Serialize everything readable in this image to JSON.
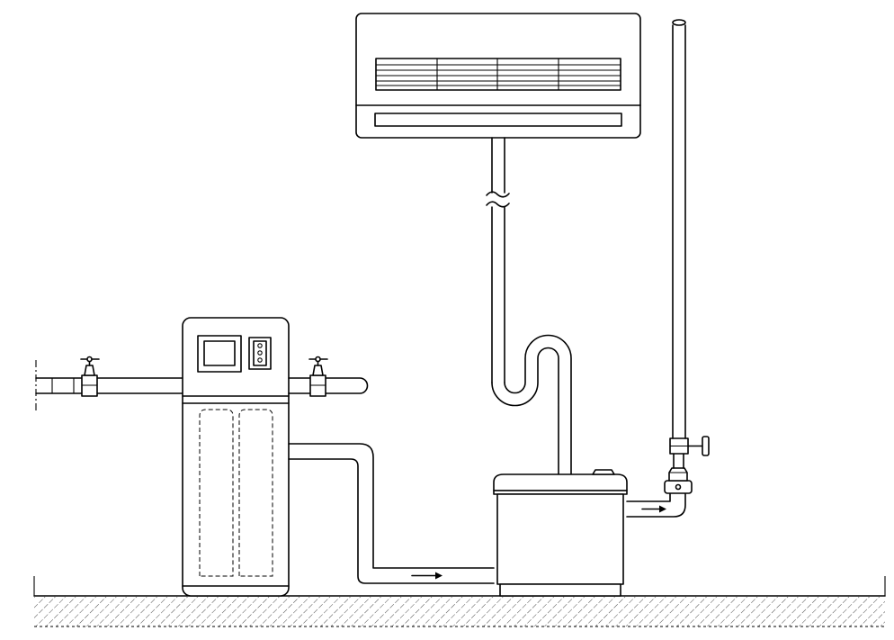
{
  "components": [
    {
      "id": "water-softener",
      "icon": "water-softener-icon"
    },
    {
      "id": "indoor-ac-unit",
      "icon": "air-conditioner-icon"
    },
    {
      "id": "condensate-pump-tank",
      "icon": "tank-icon"
    },
    {
      "id": "inlet-valve",
      "icon": "gate-valve-icon"
    },
    {
      "id": "outlet-valve",
      "icon": "gate-valve-icon"
    },
    {
      "id": "riser-check-valve",
      "icon": "check-valve-icon"
    }
  ],
  "flow_arrows": [
    {
      "segment": "softener-to-tank",
      "direction": "right"
    },
    {
      "segment": "tank-to-riser",
      "direction": "right"
    }
  ],
  "colors": {
    "line": "#000000",
    "background": "#ffffff"
  }
}
